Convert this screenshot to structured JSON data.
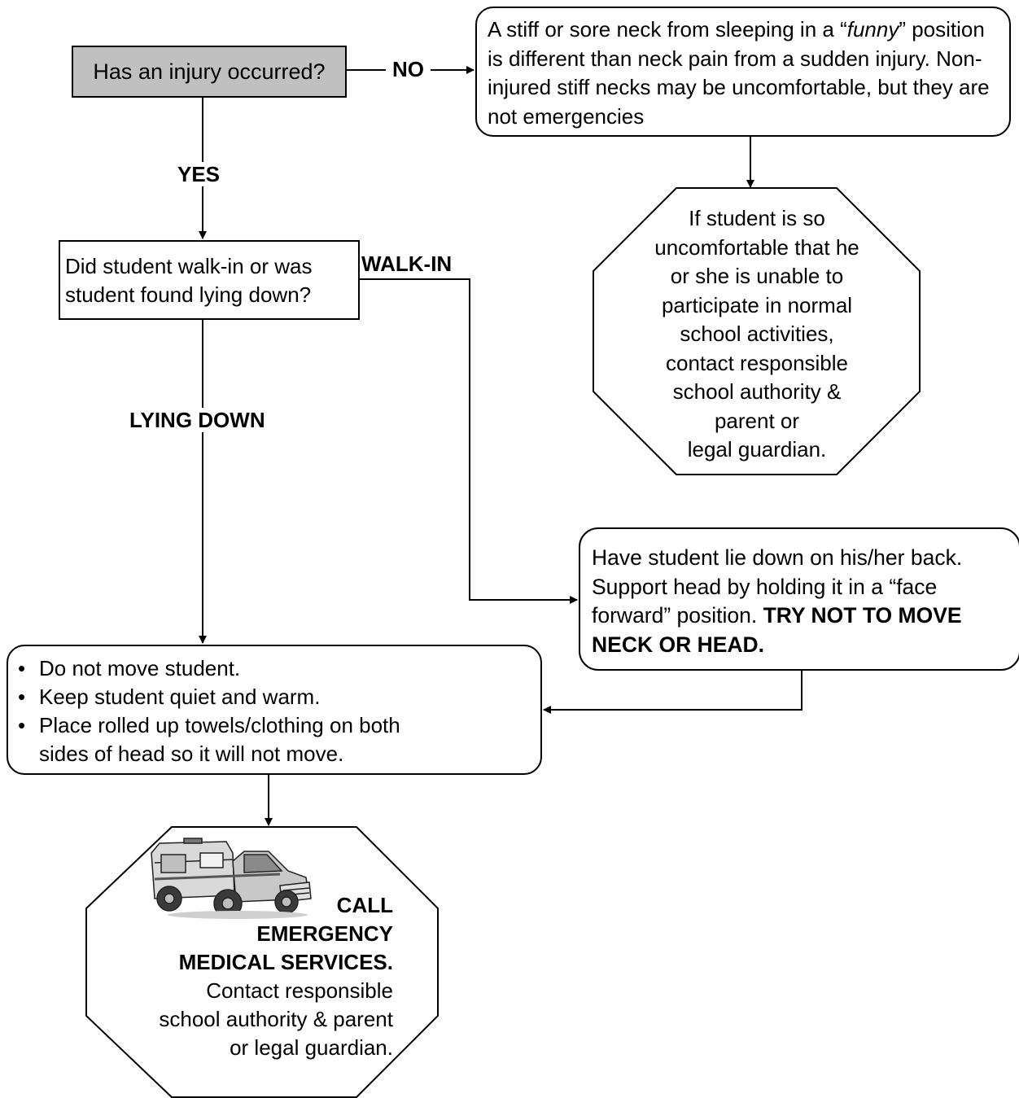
{
  "q1": {
    "text": "Has an injury occurred?"
  },
  "labels": {
    "no": "NO",
    "yes": "YES",
    "walk_in": "WALK-IN",
    "lying_down": "LYING DOWN"
  },
  "stiff_neck": {
    "before": "A stiff or sore neck from sleeping in a “",
    "emph": "funny",
    "after": "” position is different than neck pain from a sudden injury. Non-injured stiff necks may be uncomfortable, but they are not emergencies"
  },
  "octagon_uncomfortable": {
    "lines": [
      "If student is so",
      "uncomfortable that he",
      "or she is unable to",
      "participate in normal",
      "school activities,",
      "contact responsible",
      "school authority &",
      "parent or",
      "legal guardian."
    ]
  },
  "q2": {
    "text": "Did student walk-in or was student found lying down?"
  },
  "lie_down": {
    "text": "Have student lie down on his/her back. Support head by holding it in a “face forward” position. ",
    "bold": "TRY NOT TO MOVE NECK OR HEAD."
  },
  "do_not_move": {
    "items": [
      "Do not move student.",
      "Keep student quiet and warm.",
      "Place rolled up towels/clothing on both sides of head so it will not move."
    ]
  },
  "emergency": {
    "bold_lines": [
      "CALL",
      "EMERGENCY",
      "MEDICAL SERVICES."
    ],
    "lines": [
      "Contact responsible",
      "school authority & parent",
      "or legal guardian."
    ],
    "icon": "ambulance-icon"
  }
}
